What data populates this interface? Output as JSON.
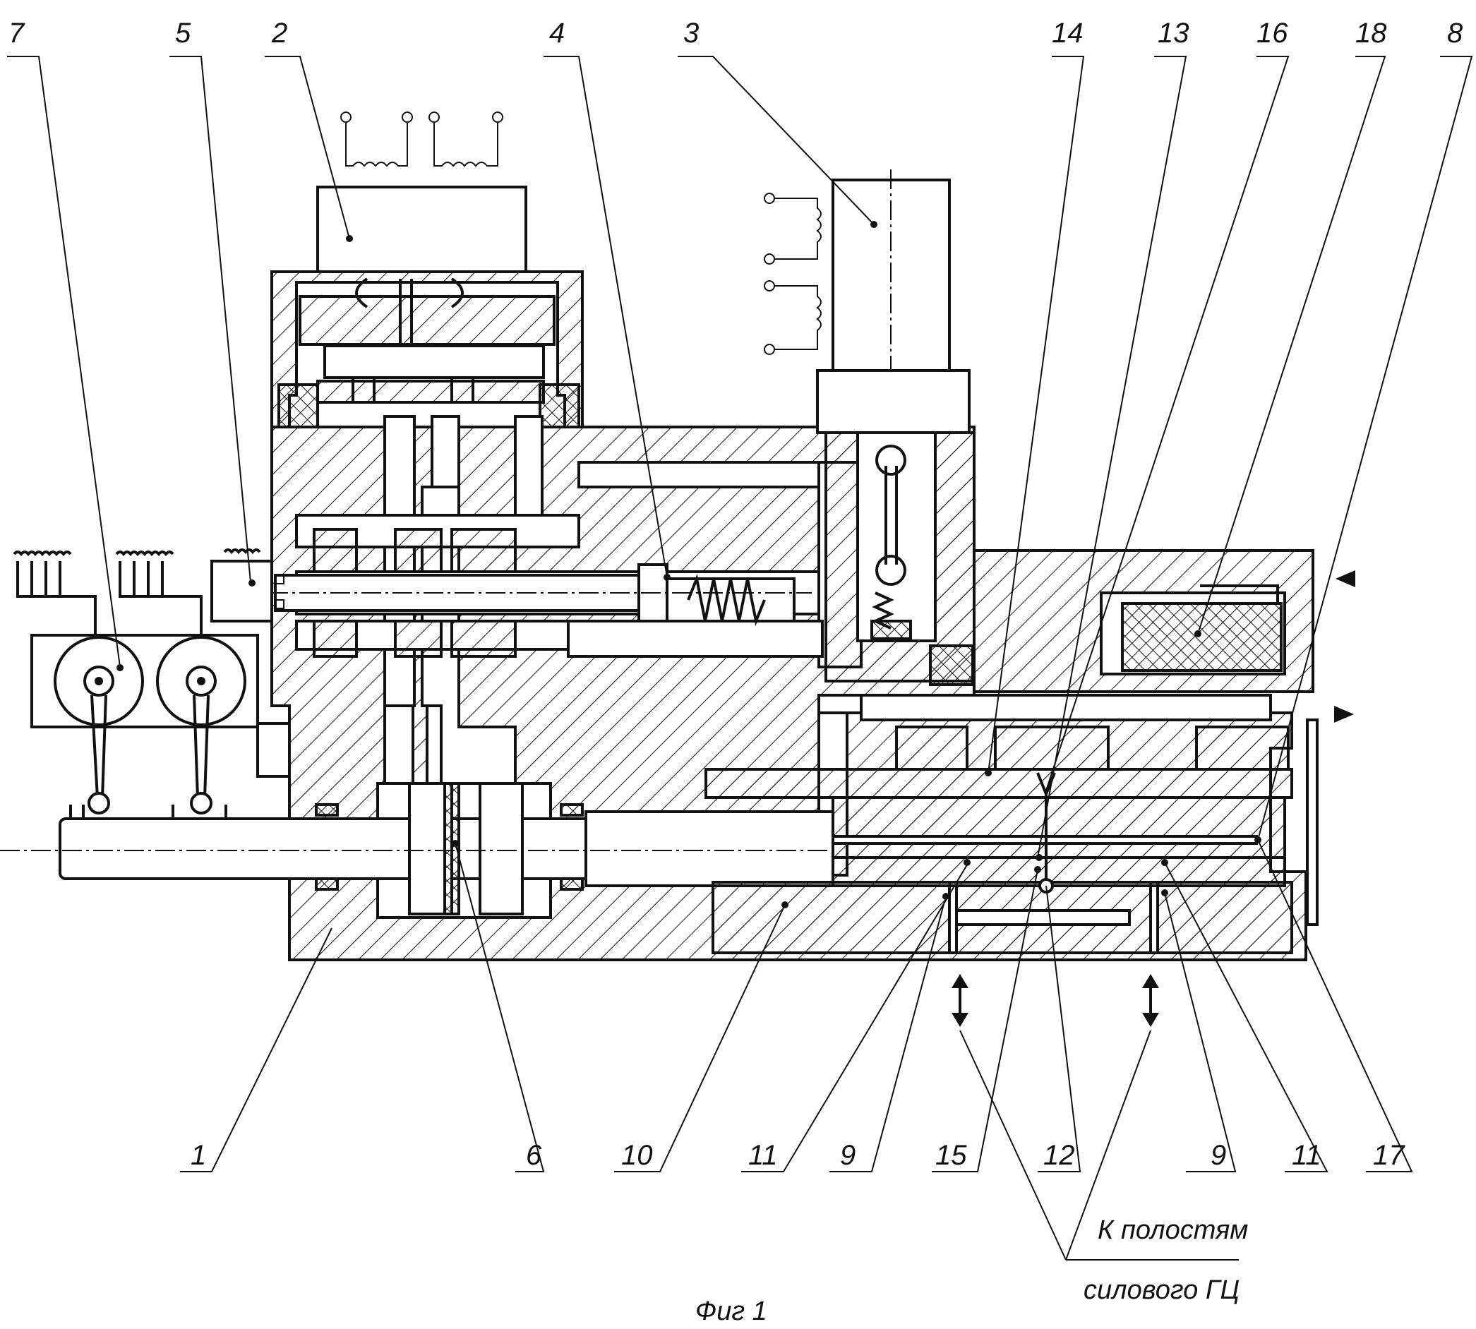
{
  "labels": {
    "l1": "1",
    "l2": "2",
    "l3": "3",
    "l4": "4",
    "l5": "5",
    "l6": "6",
    "l7": "7",
    "l8": "8",
    "l9a": "9",
    "l9b": "9",
    "l10": "10",
    "l11a": "11",
    "l11b": "11",
    "l12": "12",
    "l13": "13",
    "l14": "14",
    "l15": "15",
    "l16": "16",
    "l17": "17",
    "l18": "18"
  },
  "note": {
    "line1": "К полостям",
    "line2": "силового ГЦ"
  },
  "figure_caption": "Фиг 1"
}
